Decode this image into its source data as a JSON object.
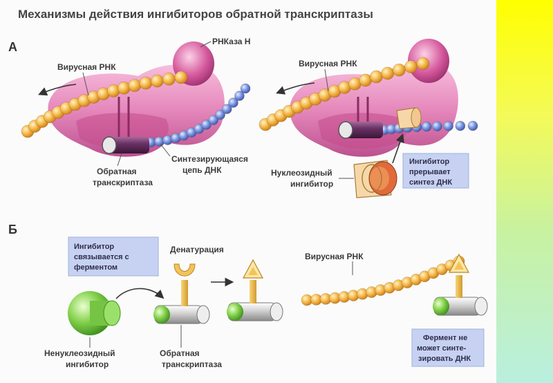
{
  "title": "Механизмы действия ингибиторов обратной транскриптазы",
  "section_a": {
    "label": "А",
    "left": {
      "rnase": "РНКаза Н",
      "viral_rna": "Вирусная РНК",
      "rt_line1": "Обратная",
      "rt_line2": "транскриптаза",
      "dna_line1": "Синтезирующаяся",
      "dna_line2": "цепь ДНК"
    },
    "right": {
      "viral_rna": "Вирусная РНК",
      "nuc_line1": "Нуклеозидный",
      "nuc_line2": "ингибитор",
      "box_line1": "Ингибитор",
      "box_line2": "прерывает",
      "box_line3": "синтез ДНК"
    }
  },
  "section_b": {
    "label": "Б",
    "box1_line1": "Ингибитор",
    "box1_line2": "связывается с",
    "box1_line3": "ферментом",
    "denat": "Денатурация",
    "viral_rna": "Вирусная РНК",
    "nonnuc_line1": "Ненуклеозидный",
    "nonnuc_line2": "ингибитор",
    "rt_line1": "Обратная",
    "rt_line2": "транскриптаза",
    "box2_line1": "Фермент не",
    "box2_line2": "может синте-",
    "box2_line3": "зировать ДНК"
  },
  "colors": {
    "enzyme_pink": "#d65a9e",
    "rna_bead": "#f5b64a",
    "dna_bead": "#6f8fe0",
    "info_box": "#c7d2f2",
    "side_gradient_top": "#ffff00",
    "side_gradient_bottom": "#b9efe0"
  }
}
